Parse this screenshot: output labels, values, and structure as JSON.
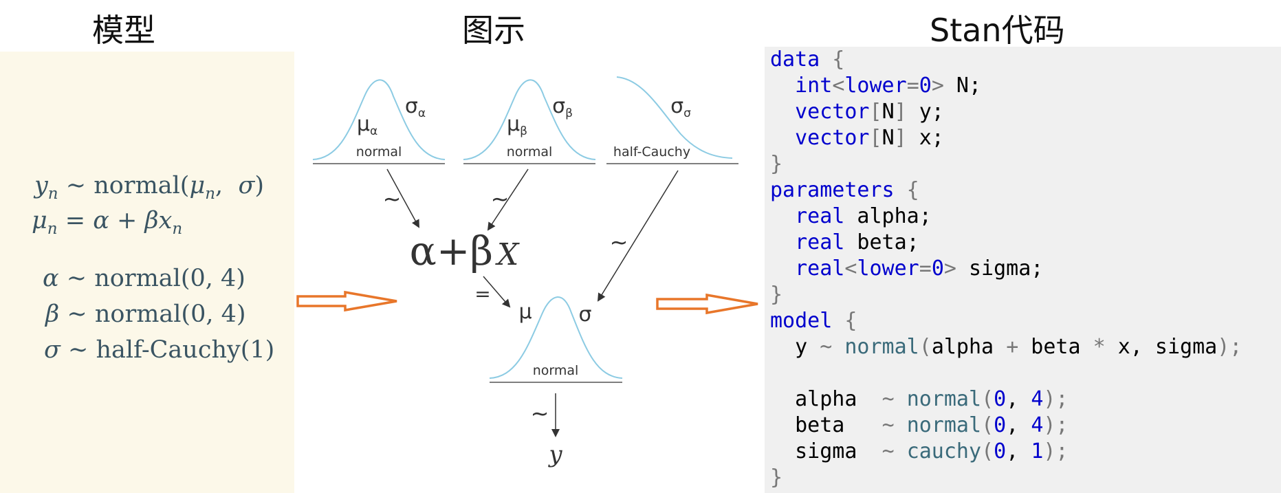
{
  "titles": {
    "model": "模型",
    "diagram": "图示",
    "code": "Stan代码"
  },
  "model": {
    "lines": [
      {
        "lhs": "y",
        "sub": "n",
        "rel": "∼",
        "rhs_text": "normal(",
        "arg1": "μ",
        "arg1_sub": "n",
        "sep": ",  ",
        "arg2": "σ",
        "close": ")"
      },
      {
        "lhs": "μ",
        "sub": "n",
        "rel": "=",
        "rhs": "α + β",
        "rhs_var": "x",
        "rhs_sub": "n"
      },
      {
        "lhs": "α",
        "rel": "∼",
        "dist": "normal(0, 4)"
      },
      {
        "lhs": "β",
        "rel": "∼",
        "dist": "normal(0, 4)"
      },
      {
        "lhs": "σ",
        "rel": "∼",
        "dist": "half-Cauchy(1)"
      }
    ]
  },
  "diagram": {
    "priors": [
      {
        "name": "alpha-prior",
        "mean": "μ",
        "mean_sub": "α",
        "scale": "σ",
        "scale_sub": "α",
        "dist": "normal"
      },
      {
        "name": "beta-prior",
        "mean": "μ",
        "mean_sub": "β",
        "scale": "σ",
        "scale_sub": "β",
        "dist": "normal"
      },
      {
        "name": "sigma-prior",
        "scale": "σ",
        "scale_sub": "σ",
        "dist": "half-Cauchy"
      }
    ],
    "linear": {
      "alpha": "α",
      "plus": "+",
      "beta": "β",
      "x": "X"
    },
    "likelihood": {
      "mean": "μ",
      "scale": "σ",
      "dist": "normal"
    },
    "tilde": "~",
    "equals": "=",
    "outcome": "y",
    "colors": {
      "curve": "#8ccbe3",
      "arrow_orange": "#e8762a",
      "line": "#333333"
    }
  },
  "code": {
    "lines": [
      [
        [
          "kw",
          "data"
        ],
        [
          "pun",
          " {"
        ]
      ],
      [
        [
          "txt",
          "  "
        ],
        [
          "kw",
          "int"
        ],
        [
          "pun",
          "<"
        ],
        [
          "kw",
          "lower"
        ],
        [
          "pun",
          "="
        ],
        [
          "num",
          "0"
        ],
        [
          "pun",
          ">"
        ],
        [
          "txt",
          " N;"
        ]
      ],
      [
        [
          "txt",
          "  "
        ],
        [
          "kw",
          "vector"
        ],
        [
          "pun",
          "["
        ],
        [
          "txt",
          "N"
        ],
        [
          "pun",
          "]"
        ],
        [
          "txt",
          " y;"
        ]
      ],
      [
        [
          "txt",
          "  "
        ],
        [
          "kw",
          "vector"
        ],
        [
          "pun",
          "["
        ],
        [
          "txt",
          "N"
        ],
        [
          "pun",
          "]"
        ],
        [
          "txt",
          " x;"
        ]
      ],
      [
        [
          "pun",
          "}"
        ]
      ],
      [
        [
          "kw",
          "parameters"
        ],
        [
          "pun",
          " {"
        ]
      ],
      [
        [
          "txt",
          "  "
        ],
        [
          "kw",
          "real"
        ],
        [
          "txt",
          " alpha;"
        ]
      ],
      [
        [
          "txt",
          "  "
        ],
        [
          "kw",
          "real"
        ],
        [
          "txt",
          " beta;"
        ]
      ],
      [
        [
          "txt",
          "  "
        ],
        [
          "kw",
          "real"
        ],
        [
          "pun",
          "<"
        ],
        [
          "kw",
          "lower"
        ],
        [
          "pun",
          "="
        ],
        [
          "num",
          "0"
        ],
        [
          "pun",
          ">"
        ],
        [
          "txt",
          " sigma;"
        ]
      ],
      [
        [
          "pun",
          "}"
        ]
      ],
      [
        [
          "kw",
          "model"
        ],
        [
          "pun",
          " {"
        ]
      ],
      [
        [
          "txt",
          "  y "
        ],
        [
          "pun",
          "~"
        ],
        [
          "txt",
          " "
        ],
        [
          "fn",
          "normal"
        ],
        [
          "pun",
          "("
        ],
        [
          "txt",
          "alpha "
        ],
        [
          "pun",
          "+"
        ],
        [
          "txt",
          " beta "
        ],
        [
          "pun",
          "*"
        ],
        [
          "txt",
          " x, sigma"
        ],
        [
          "pun",
          ");"
        ]
      ],
      [
        [
          "txt",
          ""
        ]
      ],
      [
        [
          "txt",
          "  alpha  "
        ],
        [
          "pun",
          "~"
        ],
        [
          "txt",
          " "
        ],
        [
          "fn",
          "normal"
        ],
        [
          "pun",
          "("
        ],
        [
          "num",
          "0"
        ],
        [
          "txt",
          ", "
        ],
        [
          "num",
          "4"
        ],
        [
          "pun",
          ");"
        ]
      ],
      [
        [
          "txt",
          "  beta   "
        ],
        [
          "pun",
          "~"
        ],
        [
          "txt",
          " "
        ],
        [
          "fn",
          "normal"
        ],
        [
          "pun",
          "("
        ],
        [
          "num",
          "0"
        ],
        [
          "txt",
          ", "
        ],
        [
          "num",
          "4"
        ],
        [
          "pun",
          ");"
        ]
      ],
      [
        [
          "txt",
          "  sigma  "
        ],
        [
          "pun",
          "~"
        ],
        [
          "txt",
          " "
        ],
        [
          "fn",
          "cauchy"
        ],
        [
          "pun",
          "("
        ],
        [
          "num",
          "0"
        ],
        [
          "txt",
          ", "
        ],
        [
          "num",
          "1"
        ],
        [
          "pun",
          ");"
        ]
      ],
      [
        [
          "pun",
          "}"
        ]
      ]
    ]
  }
}
